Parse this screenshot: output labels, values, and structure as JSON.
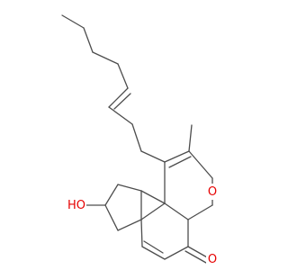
{
  "molecule": {
    "atoms": {
      "hydroxyl_oxygen": {
        "label": "HO",
        "color": "#e60000"
      },
      "ring_oxygen": {
        "label": "O",
        "color": "#e60000"
      },
      "ketone_oxygen": {
        "label": "O",
        "color": "#e60000"
      }
    },
    "colors": {
      "bond": "#4d4d4d",
      "heteroatom": "#e60000",
      "background": "#ffffff"
    }
  }
}
